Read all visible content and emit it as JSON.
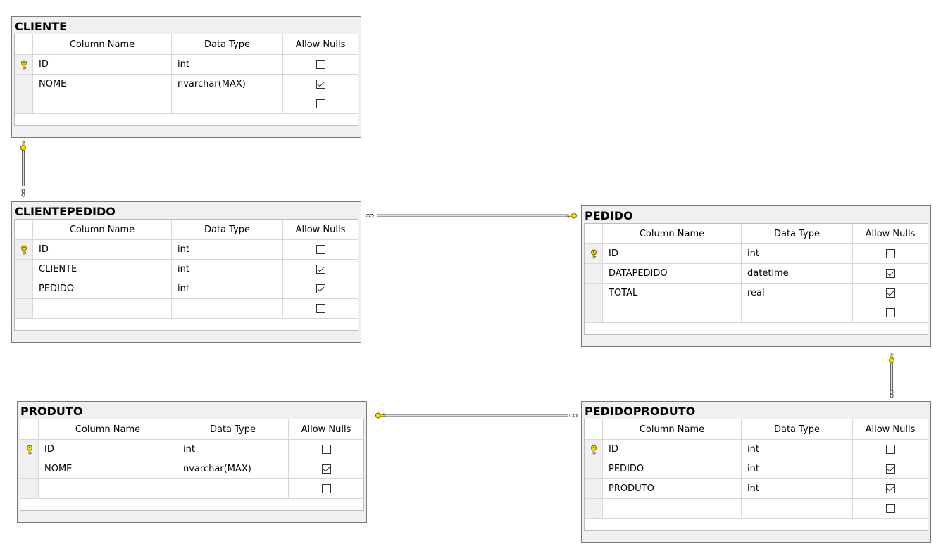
{
  "headers": {
    "column_name": "Column Name",
    "data_type": "Data Type",
    "allow_nulls": "Allow Nulls"
  },
  "tables": {
    "cliente": {
      "name": "CLIENTE",
      "rows": [
        {
          "key": true,
          "column": "ID",
          "type": "int",
          "nullable": false
        },
        {
          "key": false,
          "column": "NOME",
          "type": "nvarchar(MAX)",
          "nullable": true
        },
        {
          "key": false,
          "column": "",
          "type": "",
          "nullable": false
        }
      ]
    },
    "clientepedido": {
      "name": "CLIENTEPEDIDO",
      "rows": [
        {
          "key": true,
          "column": "ID",
          "type": "int",
          "nullable": false
        },
        {
          "key": false,
          "column": "CLIENTE",
          "type": "int",
          "nullable": true
        },
        {
          "key": false,
          "column": "PEDIDO",
          "type": "int",
          "nullable": true
        },
        {
          "key": false,
          "column": "",
          "type": "",
          "nullable": false
        }
      ]
    },
    "pedido": {
      "name": "PEDIDO",
      "rows": [
        {
          "key": true,
          "column": "ID",
          "type": "int",
          "nullable": false
        },
        {
          "key": false,
          "column": "DATAPEDIDO",
          "type": "datetime",
          "nullable": true
        },
        {
          "key": false,
          "column": "TOTAL",
          "type": "real",
          "nullable": true
        },
        {
          "key": false,
          "column": "",
          "type": "",
          "nullable": false
        }
      ]
    },
    "produto": {
      "name": "PRODUTO",
      "rows": [
        {
          "key": true,
          "column": "ID",
          "type": "int",
          "nullable": false
        },
        {
          "key": false,
          "column": "NOME",
          "type": "nvarchar(MAX)",
          "nullable": true
        },
        {
          "key": false,
          "column": "",
          "type": "",
          "nullable": false
        }
      ]
    },
    "pedidoproduto": {
      "name": "PEDIDOPRODUTO",
      "rows": [
        {
          "key": true,
          "column": "ID",
          "type": "int",
          "nullable": false
        },
        {
          "key": false,
          "column": "PEDIDO",
          "type": "int",
          "nullable": true
        },
        {
          "key": false,
          "column": "PRODUTO",
          "type": "int",
          "nullable": true
        },
        {
          "key": false,
          "column": "",
          "type": "",
          "nullable": false
        }
      ]
    }
  },
  "relationships": [
    {
      "name": "cliente-clientepedido",
      "one": "CLIENTE",
      "many": "CLIENTEPEDIDO"
    },
    {
      "name": "pedido-clientepedido",
      "one": "PEDIDO",
      "many": "CLIENTEPEDIDO"
    },
    {
      "name": "pedido-pedidoproduto",
      "one": "PEDIDO",
      "many": "PEDIDOPRODUTO"
    },
    {
      "name": "produto-pedidoproduto",
      "one": "PRODUTO",
      "many": "PEDIDOPRODUTO"
    }
  ],
  "colors": {
    "key_yellow": "#f5e400",
    "key_outline": "#6b5f00",
    "line": "#7a7a7a"
  }
}
